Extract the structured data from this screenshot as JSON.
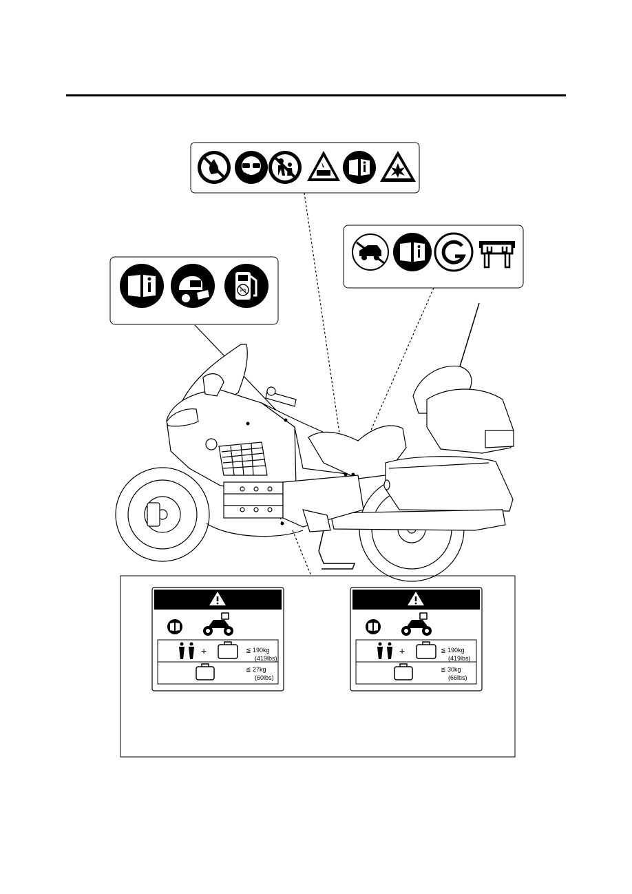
{
  "labels": {
    "left": {
      "weight_pair": "190kg",
      "weight_pair_lbs": "(419lbs)",
      "weight_cargo": "27kg",
      "weight_cargo_lbs": "(60lbs)"
    },
    "right": {
      "weight_pair": "190kg",
      "weight_pair_lbs": "(419lbs)",
      "weight_cargo": "30kg",
      "weight_cargo_lbs": "(66lbs)"
    }
  },
  "icons": {
    "top_panel": [
      "no-fire-icon",
      "eye-protection-icon",
      "keep-children-away-icon",
      "corrosive-warning-icon",
      "read-manual-icon",
      "explosion-warning-icon"
    ],
    "left_panel": [
      "read-manual-icon",
      "helmet-and-gear-icon",
      "unleaded-fuel-icon"
    ],
    "right_panel": [
      "no-towing-icon",
      "read-manual-icon",
      "g-mark-icon",
      "fuse-icon"
    ]
  },
  "colors": {
    "ink": "#000000",
    "paper": "#ffffff",
    "fill_gray": "#d8d8d8"
  }
}
